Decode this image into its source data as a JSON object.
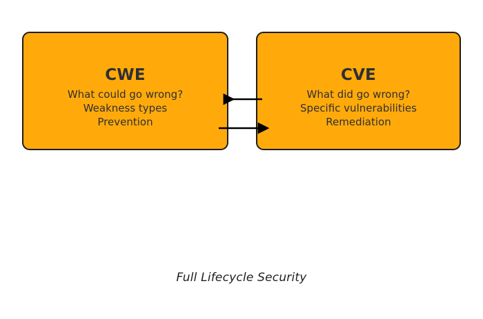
{
  "diagram": {
    "caption": "Full Lifecycle Security",
    "colors": {
      "box_fill": "#ffaa0a",
      "box_border": "#1c1c1c",
      "text": "#2f2f33",
      "arrow": "#000000",
      "background": "#ffffff"
    },
    "boxes": [
      {
        "id": "cwe",
        "title": "CWE",
        "lines": [
          "What could go wrong?",
          "Weakness types",
          "Prevention"
        ]
      },
      {
        "id": "cve",
        "title": "CVE",
        "lines": [
          "What did go wrong?",
          "Specific vulnerabilities",
          "Remediation"
        ]
      }
    ],
    "arrows": [
      {
        "id": "cve-to-cwe",
        "direction": "left",
        "from": "cve",
        "to": "cwe",
        "label": ""
      },
      {
        "id": "cwe-to-cve",
        "direction": "right",
        "from": "cwe",
        "to": "cve",
        "label": ""
      }
    ]
  }
}
